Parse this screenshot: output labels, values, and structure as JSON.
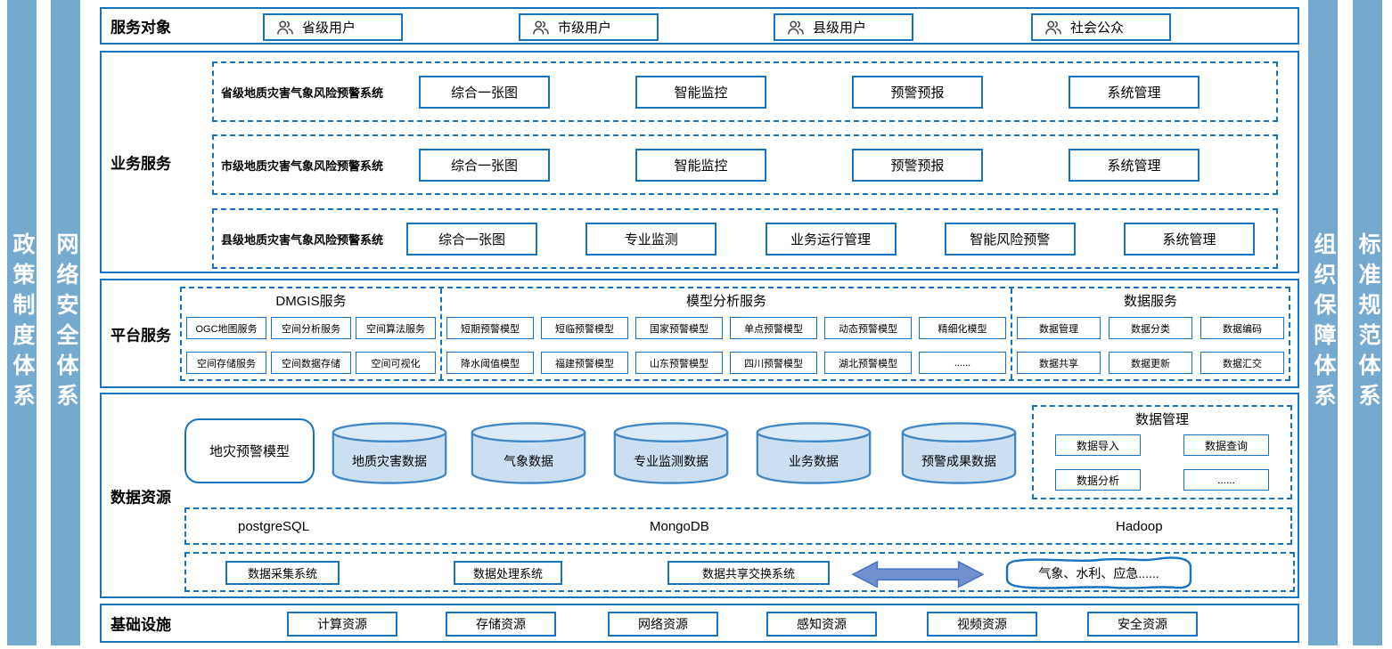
{
  "sidebars": {
    "left": [
      {
        "label": "政策制度体系"
      },
      {
        "label": "网络安全体系"
      }
    ],
    "right": [
      {
        "label": "组织保障体系"
      },
      {
        "label": "标准规范体系"
      }
    ]
  },
  "service_targets": {
    "label": "服务对象",
    "items": [
      {
        "label": "省级用户"
      },
      {
        "label": "市级用户"
      },
      {
        "label": "县级用户"
      },
      {
        "label": "社会公众"
      }
    ]
  },
  "business": {
    "label": "业务服务",
    "rows": [
      {
        "title": "省级地质灾害气象风险预警系统",
        "items": [
          "综合一张图",
          "智能监控",
          "预警预报",
          "系统管理"
        ]
      },
      {
        "title": "市级地质灾害气象风险预警系统",
        "items": [
          "综合一张图",
          "智能监控",
          "预警预报",
          "系统管理"
        ]
      },
      {
        "title": "县级地质灾害气象风险预警系统",
        "items": [
          "综合一张图",
          "专业监测",
          "业务运行管理",
          "智能风险预警",
          "系统管理"
        ]
      }
    ]
  },
  "platform": {
    "label": "平台服务",
    "groups": [
      {
        "title": "DMGIS服务",
        "rows": [
          [
            "OGC地图服务",
            "空间分析服务",
            "空间算法服务"
          ],
          [
            "空间存储服务",
            "空间数据存储",
            "空间可视化"
          ]
        ]
      },
      {
        "title": "模型分析服务",
        "rows": [
          [
            "短期预警模型",
            "短临预警模型",
            "国家预警模型",
            "单点预警模型",
            "动态预警模型",
            "精细化模型"
          ],
          [
            "降水阈值模型",
            "福建预警模型",
            "山东预警模型",
            "四川预警模型",
            "湖北预警模型",
            "......"
          ]
        ]
      },
      {
        "title": "数据服务",
        "rows": [
          [
            "数据管理",
            "数据分类",
            "数据编码"
          ],
          [
            "数据共享",
            "数据更新",
            "数据汇交"
          ]
        ]
      }
    ]
  },
  "data_resources": {
    "label": "数据资源",
    "model_box": "地灾预警模型",
    "cylinders": [
      "地质灾害数据",
      "气象数据",
      "专业监测数据",
      "业务数据",
      "预警成果数据"
    ],
    "data_management": {
      "title": "数据管理",
      "items": [
        "数据导入",
        "数据查询",
        "数据分析",
        "......"
      ]
    },
    "databases": [
      "postgreSQL",
      "MongoDB",
      "Hadoop"
    ],
    "systems": [
      "数据采集系统",
      "数据处理系统",
      "数据共享交换系统"
    ],
    "external_systems": "气象、水利、应急......"
  },
  "infrastructure": {
    "label": "基础设施",
    "items": [
      "计算资源",
      "存储资源",
      "网络资源",
      "感知资源",
      "视频资源",
      "安全资源"
    ]
  },
  "colors": {
    "accent": "#1673C2",
    "sidebar": "#74AACF",
    "cylinder_fill": "#CBDFF0",
    "cylinder_stroke": "#3F87C6",
    "arrow_fill": "#7191CE",
    "arrow_stroke": "#4472C4"
  }
}
